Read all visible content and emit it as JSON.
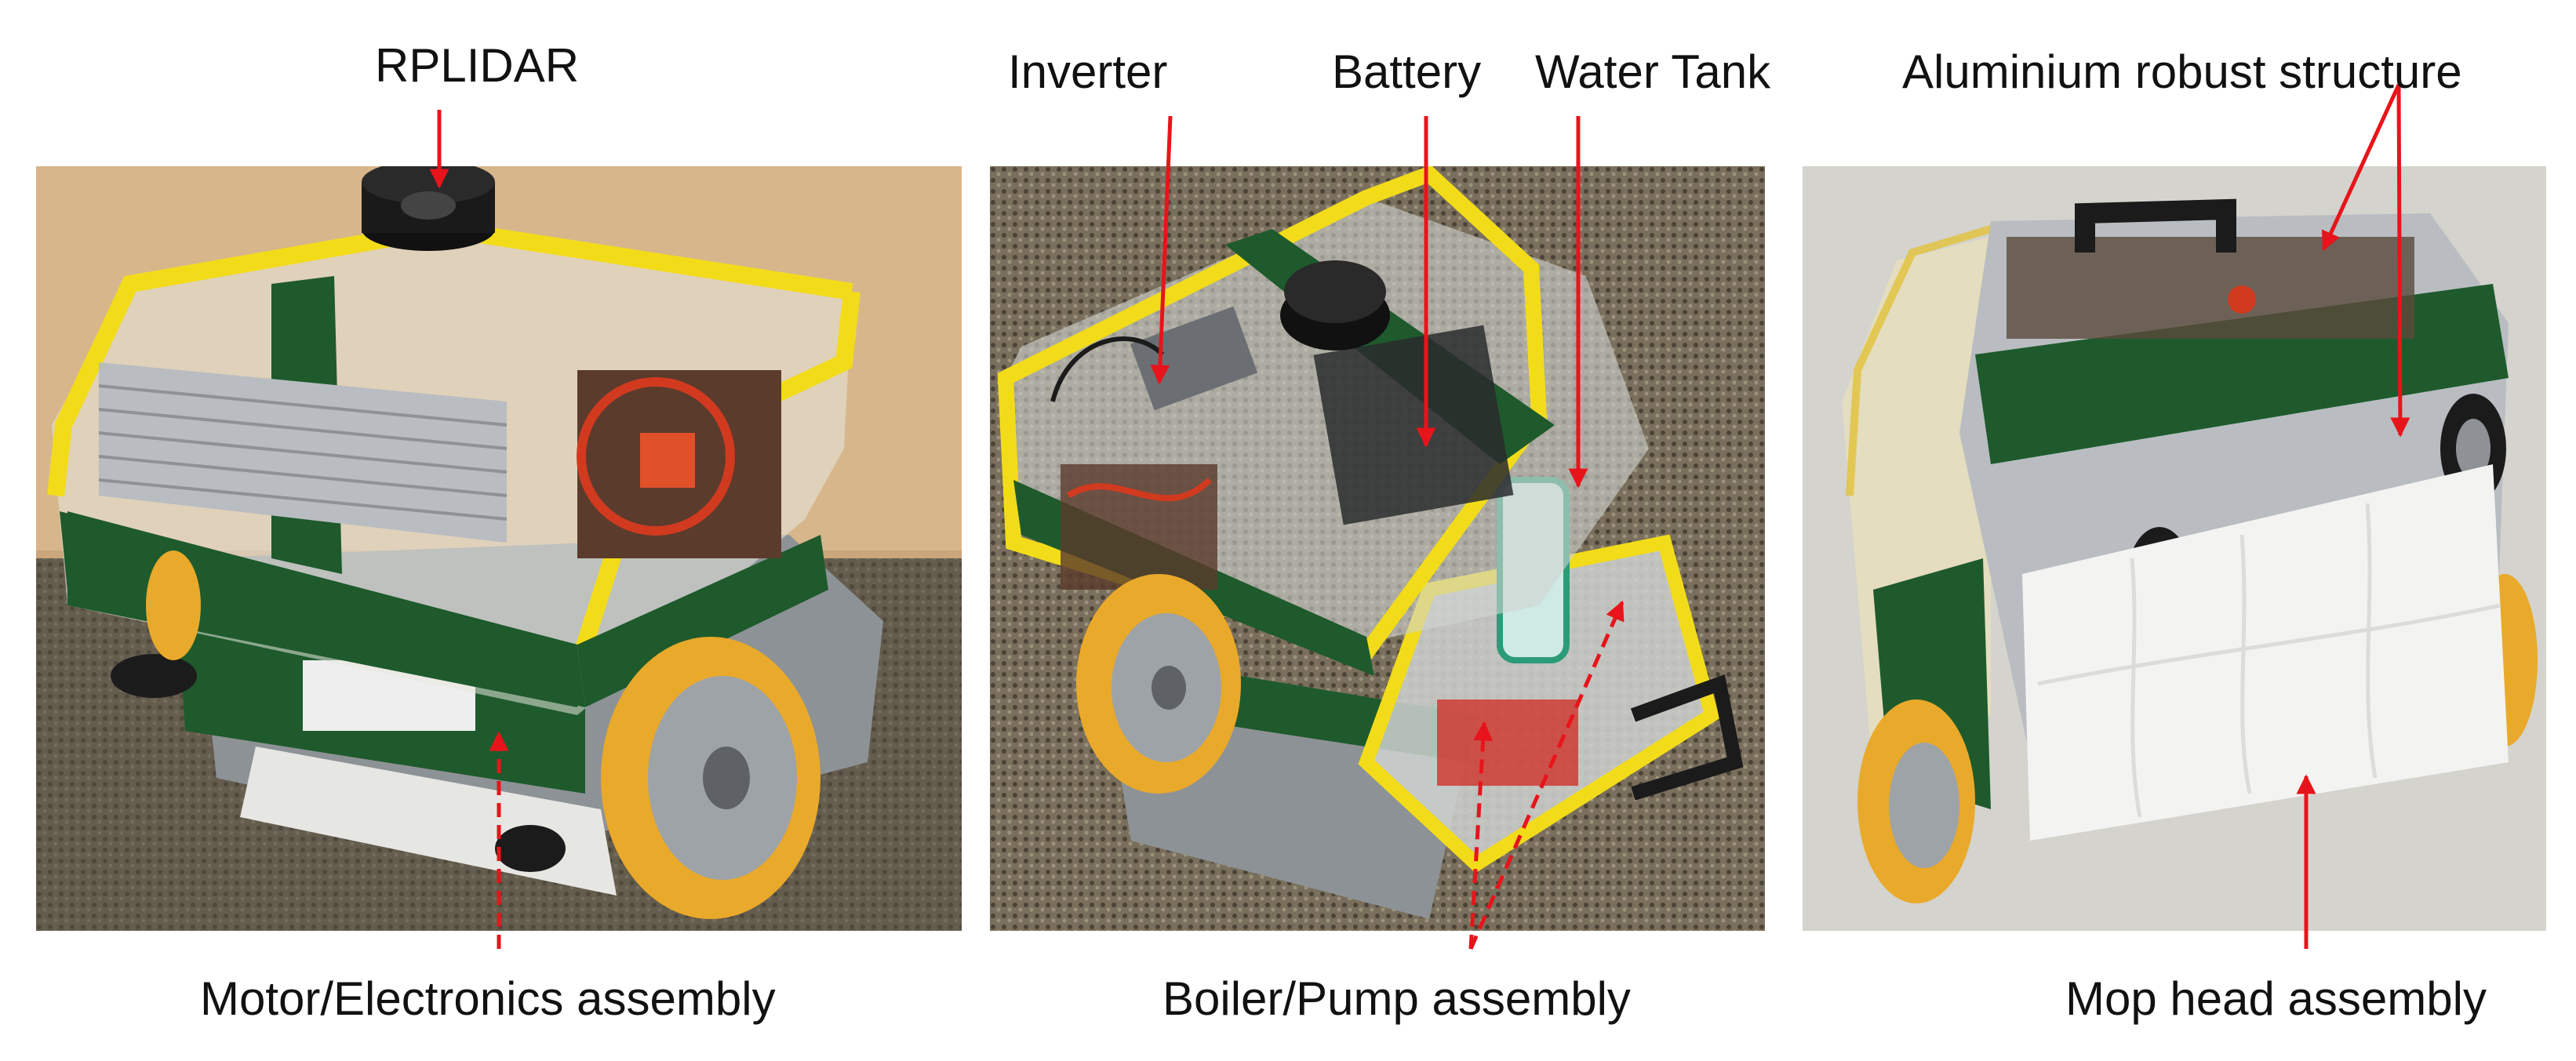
{
  "labels": {
    "rplidar": "RPLIDAR",
    "inverter": "Inverter",
    "battery": "Battery",
    "water_tank": "Water Tank",
    "aluminium_structure": "Aluminium robust structure",
    "motor_electronics": "Motor/Electronics assembly",
    "boiler_pump": "Boiler/Pump assembly",
    "mop_head": "Mop head assembly"
  },
  "photos": [
    {
      "name": "robot-side-view",
      "subject": "cleaning robot, side view"
    },
    {
      "name": "robot-top-view",
      "subject": "cleaning robot, top view with water tank"
    },
    {
      "name": "robot-rear-view",
      "subject": "cleaning robot, rear view with mop head"
    }
  ],
  "colors": {
    "arrow": "#e8141b",
    "frame_yellow": "#f2dc1a",
    "panel_green": "#1e5a2c",
    "wheel_orange": "#e9a92a",
    "aluminium": "#b9bdc1",
    "mop_white": "#f3f3f1"
  }
}
